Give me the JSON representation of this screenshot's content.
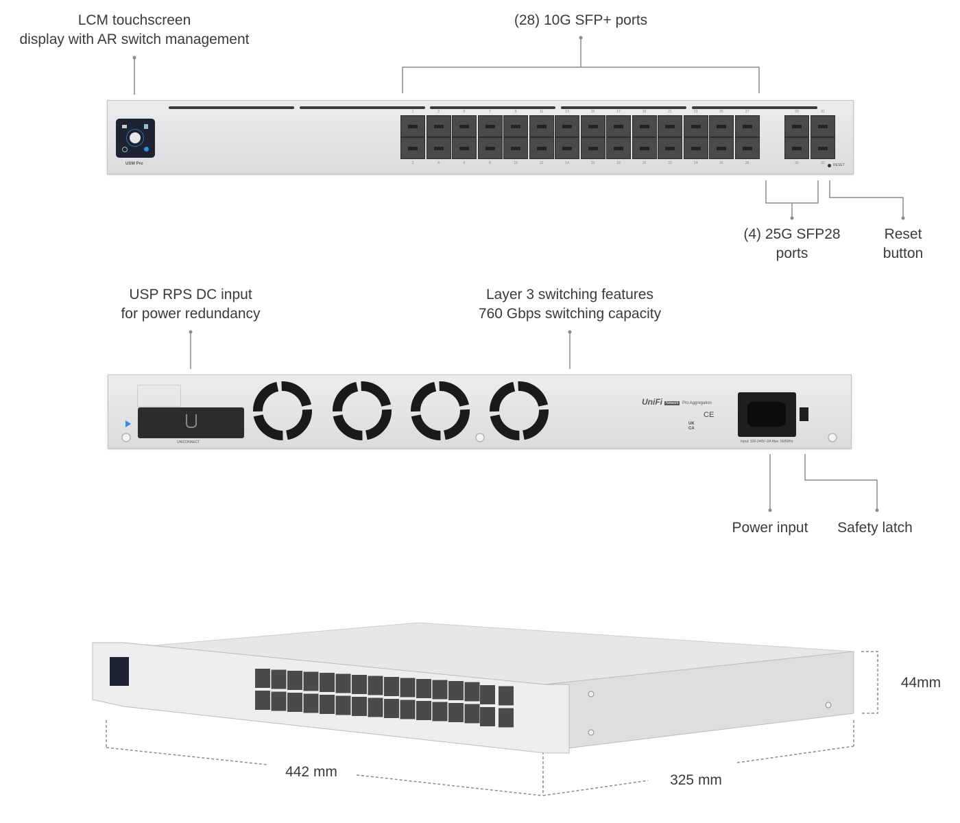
{
  "callouts": {
    "lcm": [
      "LCM touchscreen",
      "display with AR switch management"
    ],
    "sfp_plus": "(28) 10G SFP+ ports",
    "sfp28": [
      "(4) 25G SFP28",
      "ports"
    ],
    "reset": [
      "Reset",
      "button"
    ],
    "rps": [
      "USP RPS DC input",
      "for power redundancy"
    ],
    "layer3": [
      "Layer 3 switching features",
      "760 Gbps switching capacity"
    ],
    "power": "Power input",
    "latch": "Safety latch",
    "width": "442 mm",
    "depth": "325 mm",
    "height": "44mm"
  },
  "front": {
    "model": "USW Pro",
    "reset_label": "RESET",
    "ports_top": [
      "1",
      "3",
      "5",
      "7",
      "9",
      "11",
      "13",
      "15",
      "17",
      "19",
      "21",
      "23",
      "25",
      "27",
      "29",
      "31"
    ],
    "ports_bottom": [
      "2",
      "4",
      "6",
      "8",
      "10",
      "12",
      "14",
      "16",
      "18",
      "20",
      "22",
      "24",
      "26",
      "28",
      "30",
      "32"
    ]
  },
  "back": {
    "brand": "UniFi",
    "brand_badge": "Network",
    "product": "Pro Aggregation",
    "cert_ce": "CE",
    "cert_ukca": "UK CA",
    "rps_label": "UNICONNECT",
    "input_rating": "Input: 100-240V~2A Max. 50/60Hz"
  },
  "colors": {
    "line": "#8a8a8a",
    "chassis": "#e4e4e6",
    "port": "#4a4a4a",
    "accent": "#2f8fe0"
  }
}
